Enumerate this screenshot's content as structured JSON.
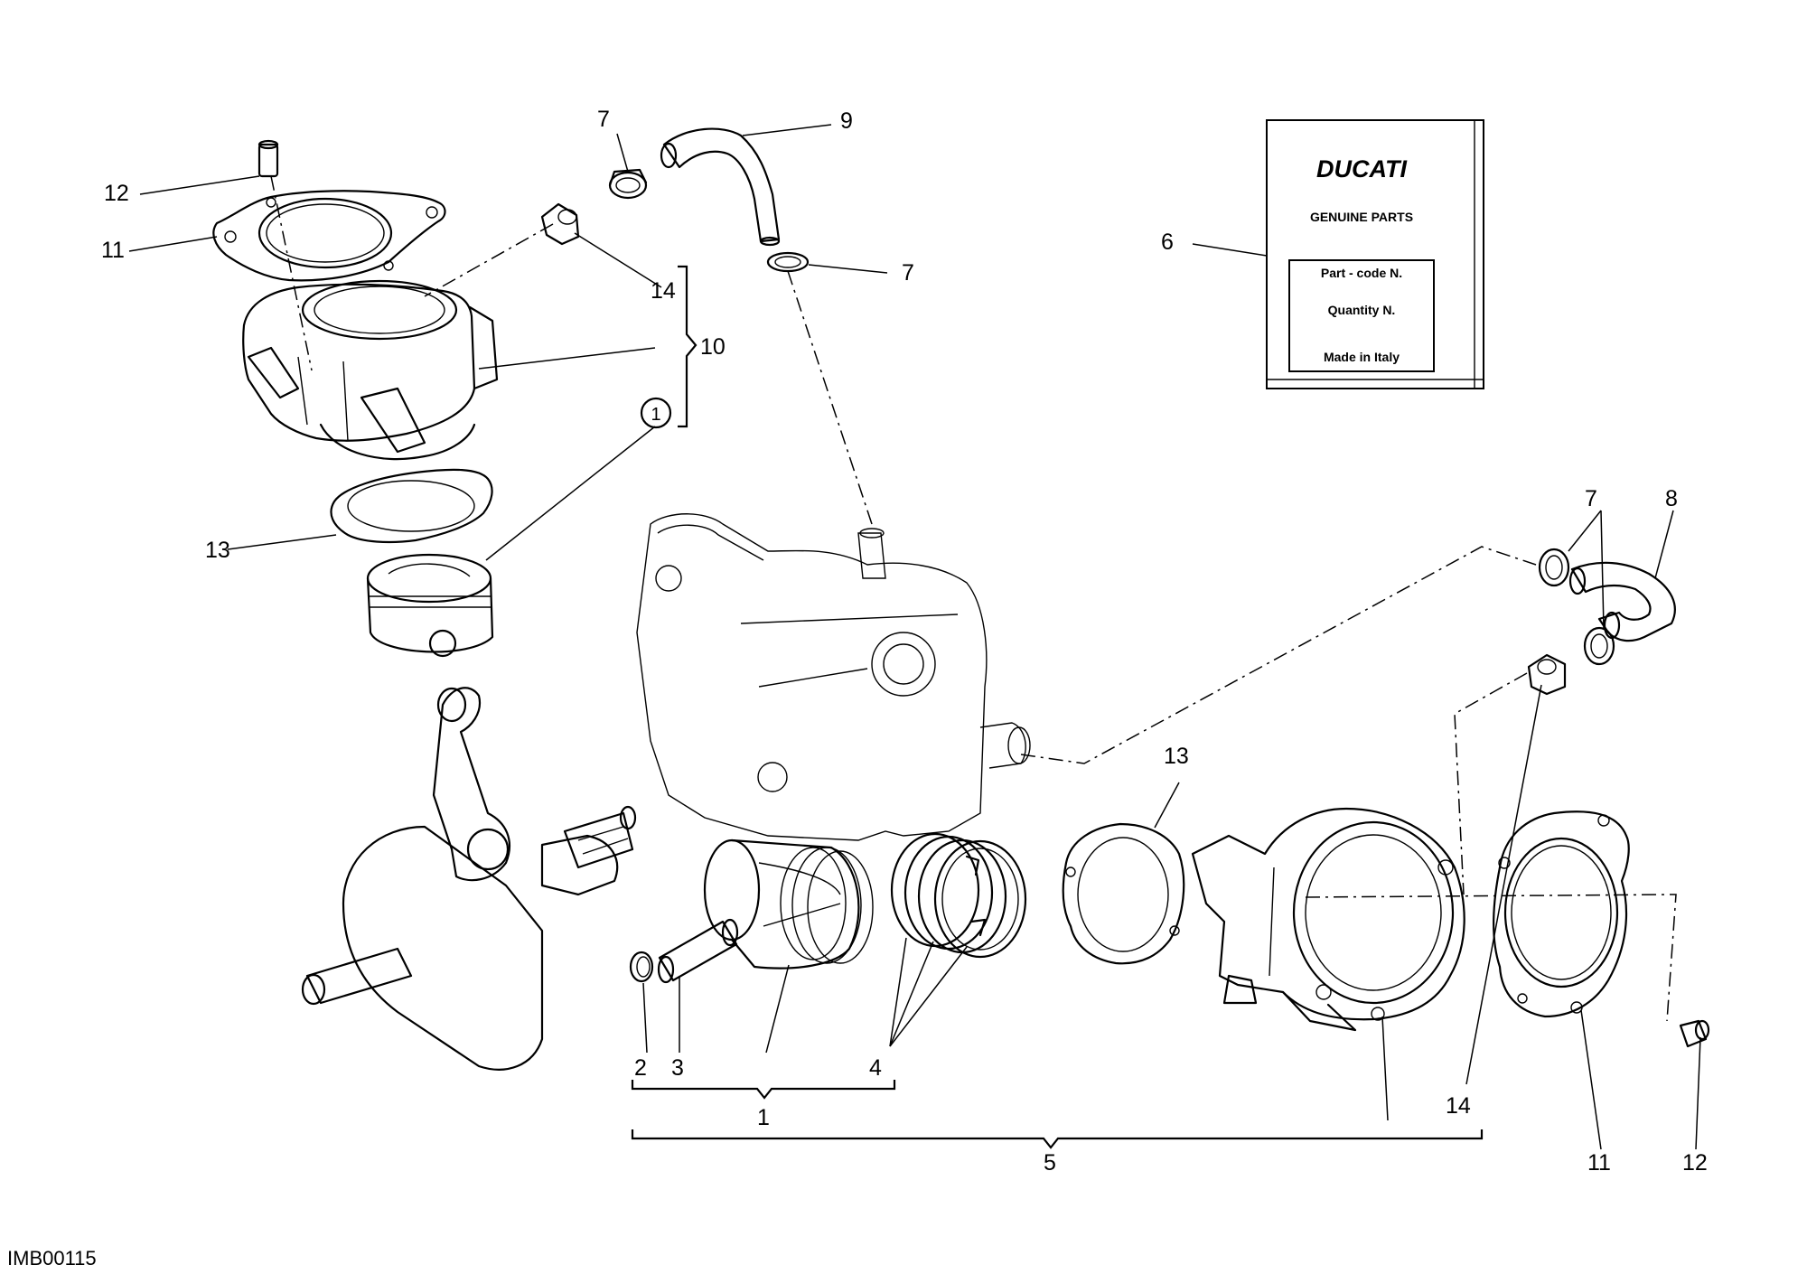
{
  "callouts": {
    "c1_circled": "1",
    "c1": "1",
    "c2": "2",
    "c3": "3",
    "c4": "4",
    "c5": "5",
    "c6": "6",
    "c7a": "7",
    "c7b": "7",
    "c7c": "7",
    "c8": "8",
    "c9": "9",
    "c10": "10",
    "c11a": "11",
    "c11b": "11",
    "c12a": "12",
    "c12b": "12",
    "c13a": "13",
    "c13b": "13",
    "c14a": "14",
    "c14b": "14"
  },
  "label_card": {
    "brand": "DUCATI",
    "genuine": "GENUINE PARTS",
    "part_code": "Part - code N.",
    "quantity": "Quantity N.",
    "made_in": "Made in Italy"
  },
  "drawing_code": "IMB00115"
}
